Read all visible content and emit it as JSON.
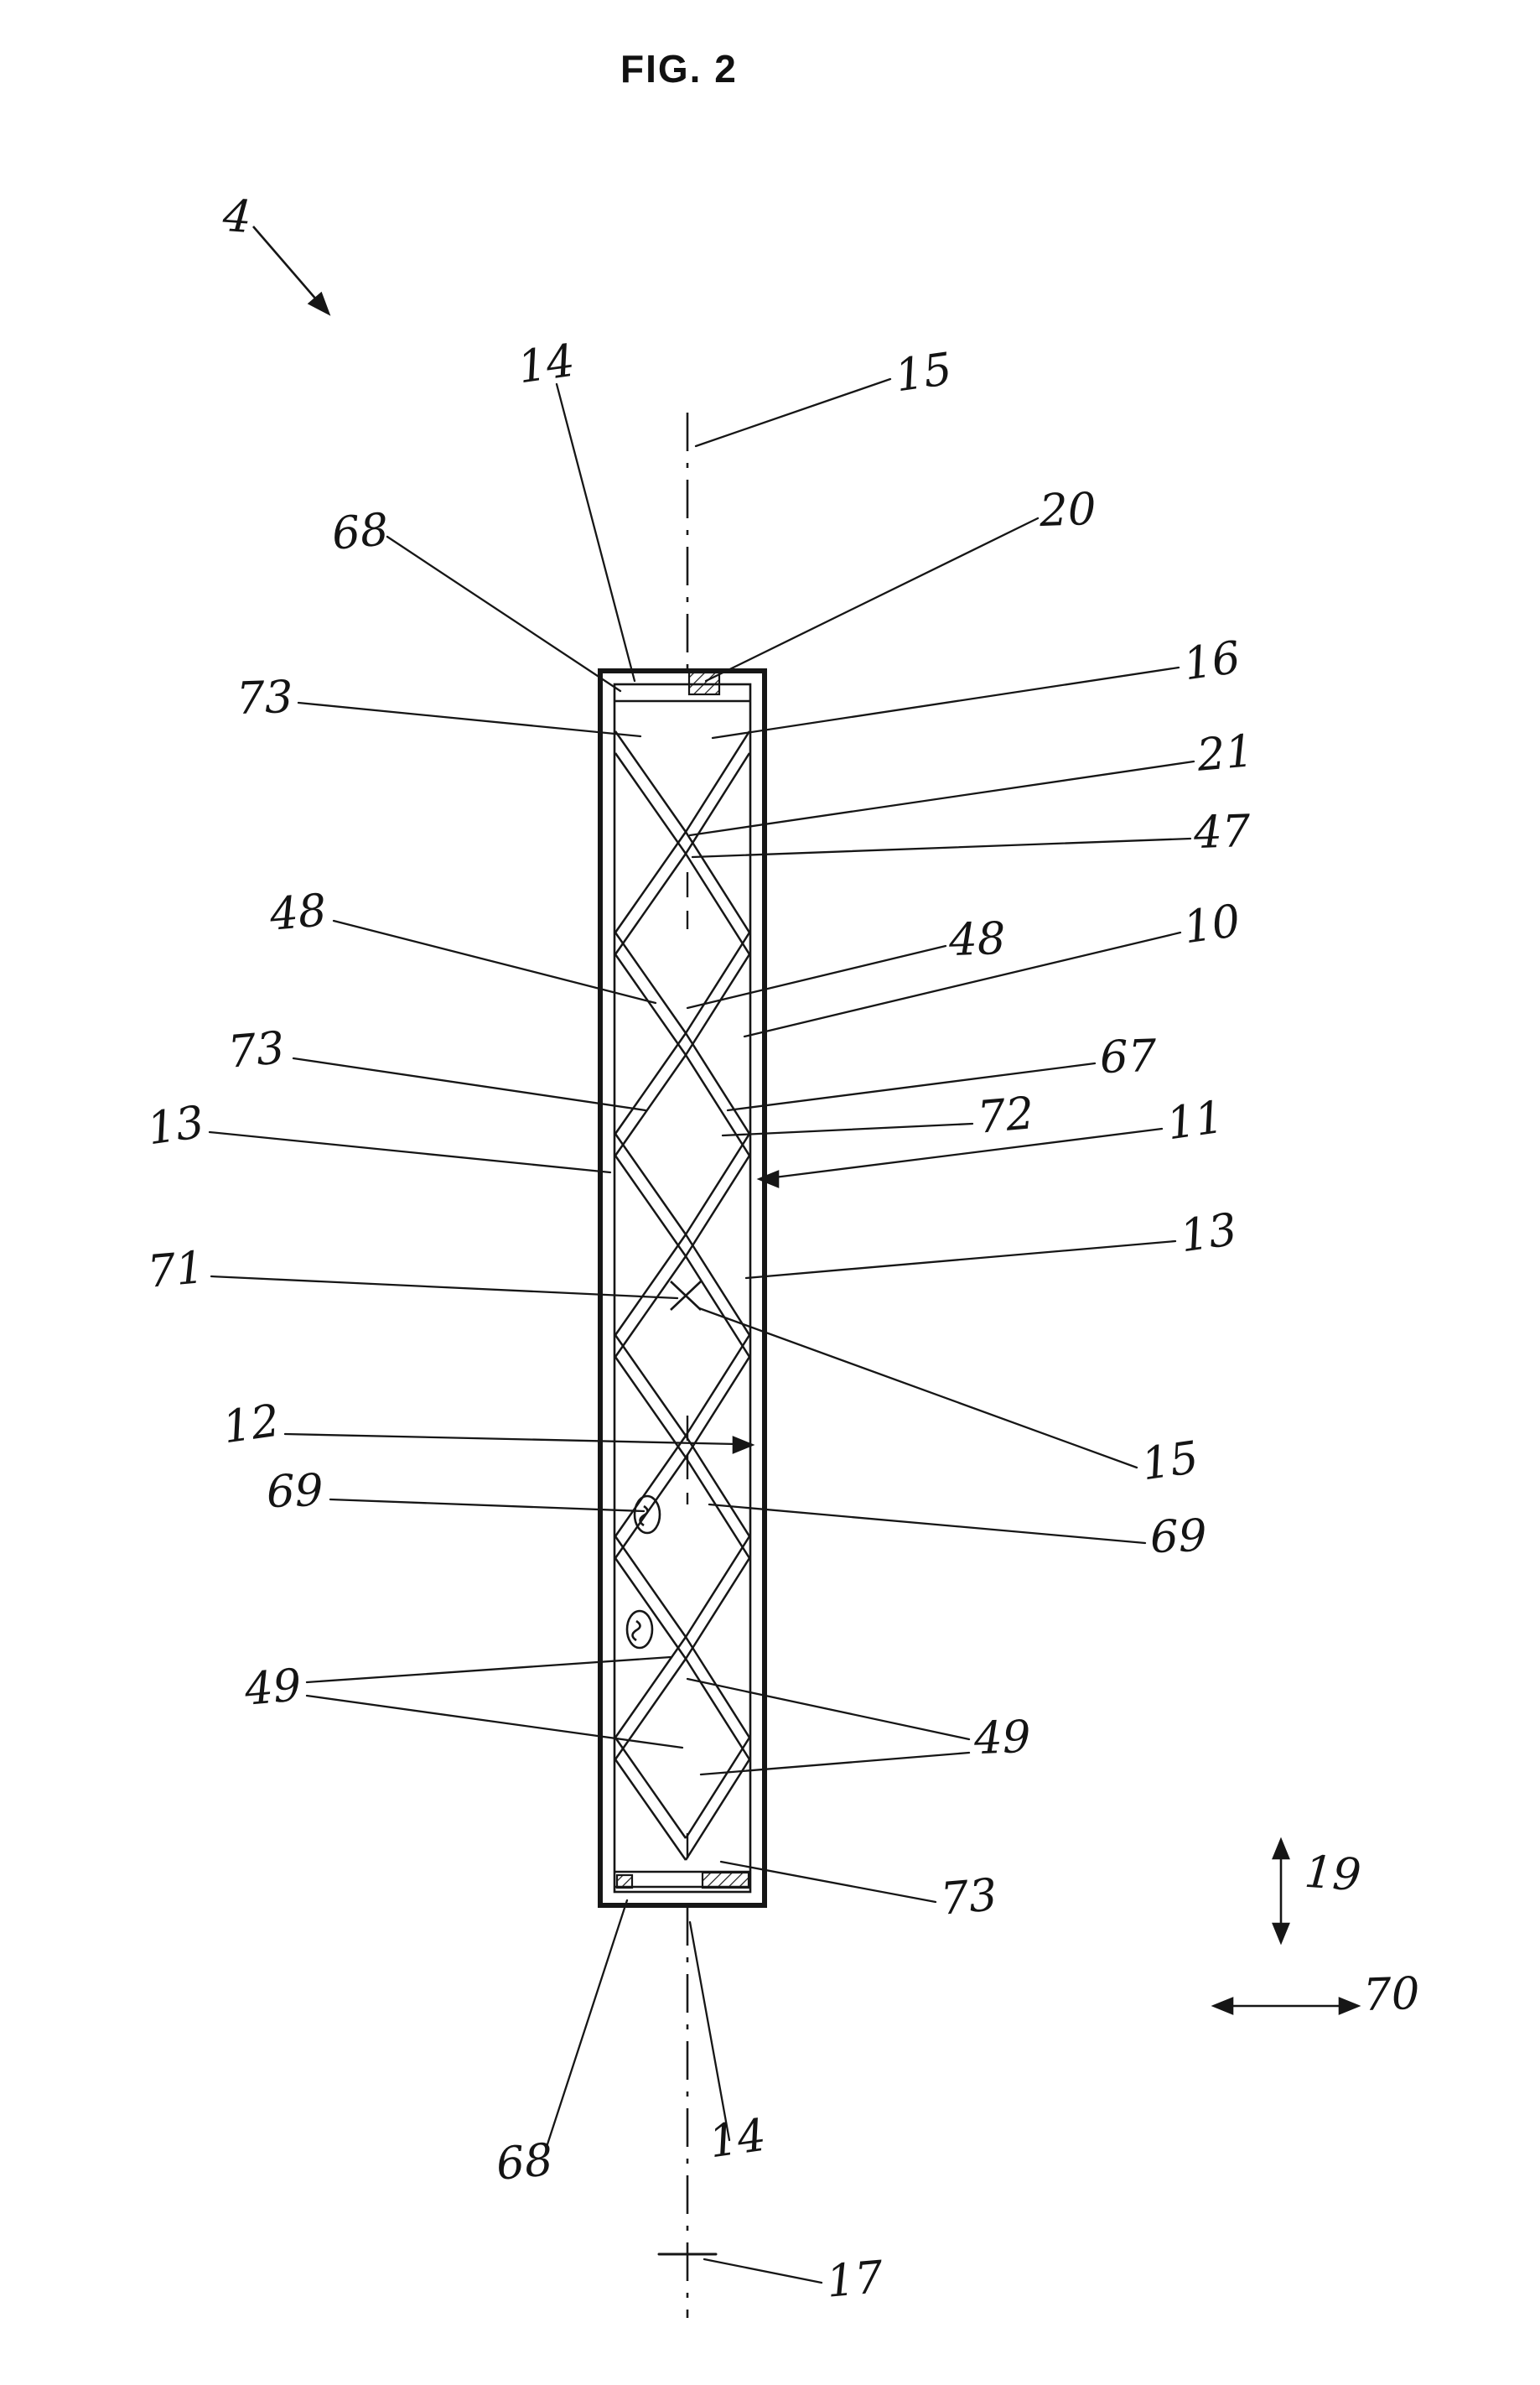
{
  "colors": {
    "ink": "#1a1a1a",
    "paper": "#ffffff"
  },
  "figure": {
    "title": "FIG. 2"
  },
  "labels": [
    {
      "text": "4"
    },
    {
      "text": "14"
    },
    {
      "text": "15"
    },
    {
      "text": "68"
    },
    {
      "text": "20"
    },
    {
      "text": "73"
    },
    {
      "text": "16"
    },
    {
      "text": "21"
    },
    {
      "text": "47"
    },
    {
      "text": "48"
    },
    {
      "text": "48"
    },
    {
      "text": "10"
    },
    {
      "text": "73"
    },
    {
      "text": "67"
    },
    {
      "text": "13"
    },
    {
      "text": "72"
    },
    {
      "text": "11"
    },
    {
      "text": "71"
    },
    {
      "text": "13"
    },
    {
      "text": "12"
    },
    {
      "text": "69"
    },
    {
      "text": "15"
    },
    {
      "text": "69"
    },
    {
      "text": "49"
    },
    {
      "text": "49"
    },
    {
      "text": "73"
    },
    {
      "text": "19"
    },
    {
      "text": "70"
    },
    {
      "text": "68"
    },
    {
      "text": "14"
    },
    {
      "text": "17"
    }
  ]
}
